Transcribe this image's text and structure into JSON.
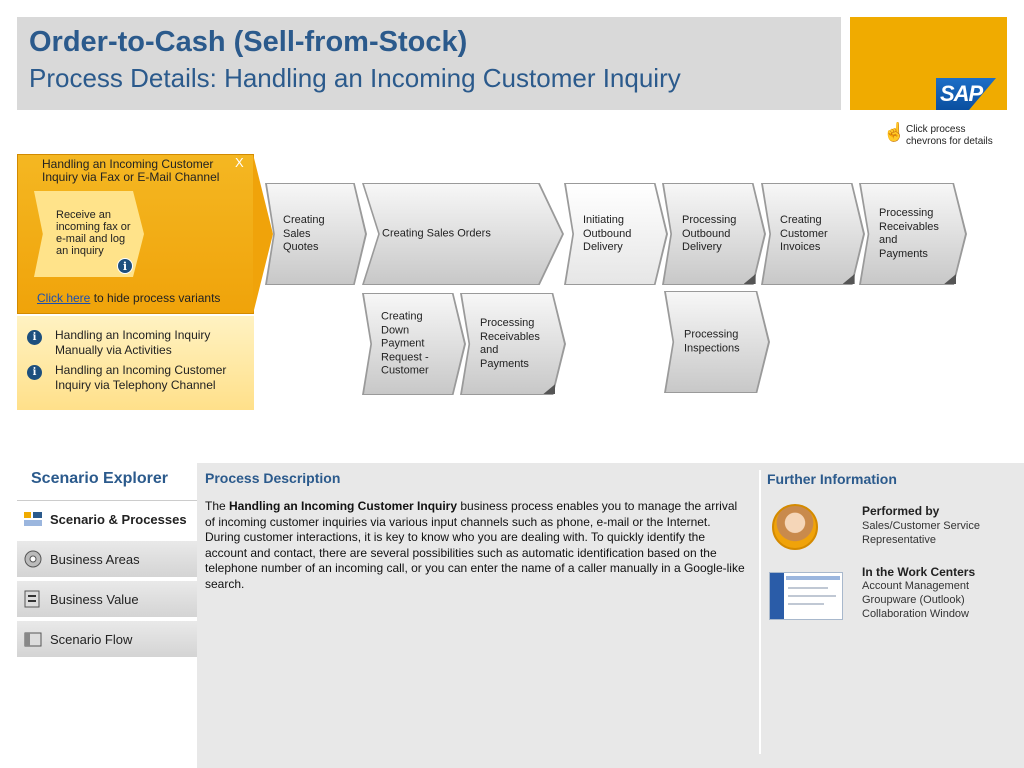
{
  "header": {
    "title": "Order-to-Cash (Sell-from-Stock)",
    "subtitle": "Process Details: Handling an Incoming Customer Inquiry",
    "logo_text": "SAP",
    "brand_color": "#f0ab00",
    "title_color": "#2b5a8c"
  },
  "hint": {
    "icon": "hand-pointer-icon",
    "text": "Click process chevrons for details"
  },
  "variant": {
    "title": "Handling an Incoming Customer Inquiry via Fax or E-Mail Channel",
    "close_label": "X",
    "step_label": "Receive an incoming fax or e-mail and log an inquiry",
    "info_glyph": "i",
    "hide_link": "Click here",
    "hide_text": " to hide  process variants",
    "others": [
      "Handling an Incoming Inquiry Manually via Activities",
      "Handling an Incoming Customer Inquiry via Telephony Channel"
    ]
  },
  "chevrons": {
    "creating_sales_quotes": "Creating Sales Quotes",
    "creating_sales_orders": "Creating Sales Orders",
    "initiating_outbound_delivery": "Initiating Outbound Delivery",
    "processing_outbound_delivery": "Processing Outbound Delivery",
    "creating_customer_invoices": "Creating Customer Invoices",
    "processing_receivables_1": "Processing Receivables and Payments",
    "creating_down_payment": "Creating Down Payment Request - Customer",
    "processing_receivables_2": "Processing Receivables and Payments",
    "processing_inspections": "Processing Inspections"
  },
  "explorer": {
    "title": "Scenario Explorer",
    "items": [
      {
        "label": "Scenario & Processes",
        "icon": "scenario-processes-icon",
        "active": true
      },
      {
        "label": "Business Areas",
        "icon": "business-areas-icon",
        "active": false
      },
      {
        "label": "Business Value",
        "icon": "business-value-icon",
        "active": false
      },
      {
        "label": "Scenario Flow",
        "icon": "scenario-flow-icon",
        "active": false
      }
    ]
  },
  "description": {
    "title": "Process Description",
    "intro": "The ",
    "bold": "Handling an Incoming Customer Inquiry",
    "rest": " business process enables you to manage the arrival of incoming customer inquiries via various input channels such as phone, e-mail or the Internet.",
    "para2": "During customer interactions, it is key to know who you are dealing with. To quickly identify the account and contact, there are several possibilities such as automatic identification based on the telephone number of an incoming call, or you can enter the name of a caller manually in a Google-like search."
  },
  "further": {
    "title": "Further Information",
    "performed_by_label": "Performed by",
    "performed_by_value": "Sales/Customer Service Representative",
    "work_centers_label": "In the Work Centers",
    "work_centers_lines": [
      "Account Management",
      "Groupware (Outlook)",
      "Collaboration Window"
    ]
  }
}
